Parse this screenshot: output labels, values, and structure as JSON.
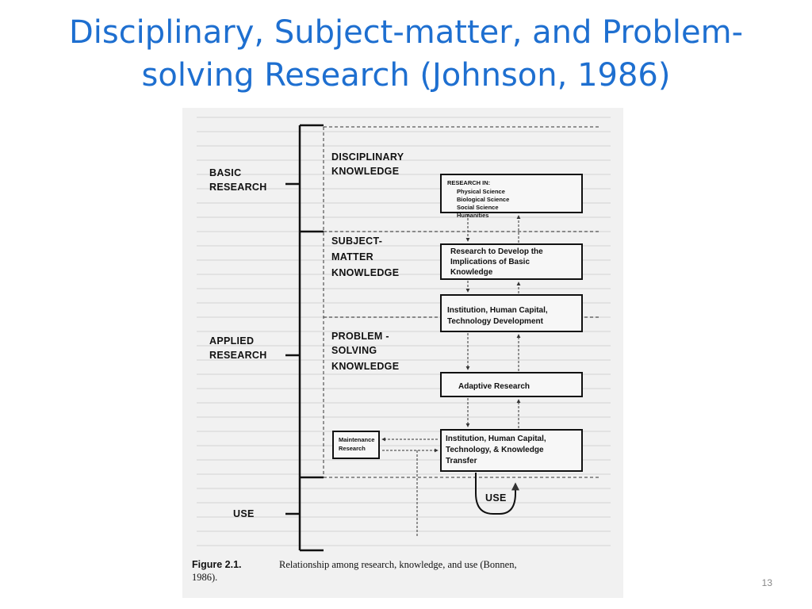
{
  "slide": {
    "title_line1": "Disciplinary, Subject-matter, and Problem-",
    "title_line2": "solving Research (Johnson, 1986)",
    "number": "13"
  },
  "diagram": {
    "left_labels": {
      "basic_research": [
        "BASIC",
        "RESEARCH"
      ],
      "applied_research": [
        "APPLIED",
        "RESEARCH"
      ],
      "use": "USE"
    },
    "knowledge_labels": {
      "disciplinary": [
        "DISCIPLINARY",
        "KNOWLEDGE"
      ],
      "subject_matter": [
        "SUBJECT-",
        "MATTER",
        "KNOWLEDGE"
      ],
      "problem_solving": [
        "PROBLEM -",
        "SOLVING",
        "KNOWLEDGE"
      ]
    },
    "boxes": {
      "research_in": {
        "heading": "RESEARCH IN:",
        "items": [
          "Physical Science",
          "Biological Science",
          "Social Science",
          "Humanities"
        ]
      },
      "implications": [
        "Research to Develop the",
        "Implications of Basic",
        "Knowledge"
      ],
      "institution": [
        "Institution, Human Capital,",
        "Technology Development"
      ],
      "adaptive": "Adaptive Research",
      "transfer": [
        "Institution, Human Capital,",
        "Technology, & Knowledge",
        "Transfer"
      ],
      "maintenance": [
        "Maintenance",
        "Research"
      ]
    },
    "use_loop_label": "USE",
    "caption": {
      "figure_label": "Figure 2.1.",
      "text_line1": "Relationship among research, knowledge, and use (Bonnen,",
      "text_line2": "1986)."
    }
  }
}
